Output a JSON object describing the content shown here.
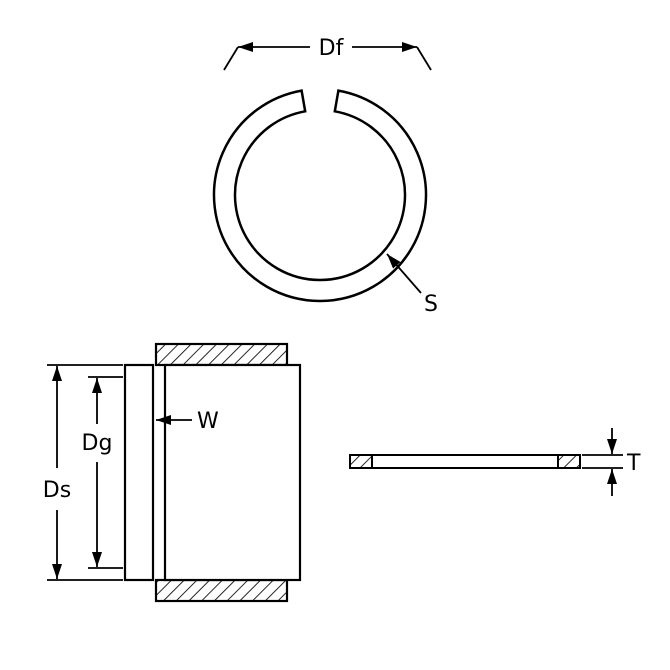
{
  "figure": {
    "kind": "technical-dimension-diagram",
    "subject": "snap-ring",
    "labels": {
      "free_diameter": "Df",
      "section": "S",
      "groove_diameter": "Dg",
      "shaft_diameter": "Ds",
      "radial_width": "W",
      "thickness": "T"
    },
    "colors": {
      "line": "#000000",
      "background": "#ffffff"
    }
  }
}
